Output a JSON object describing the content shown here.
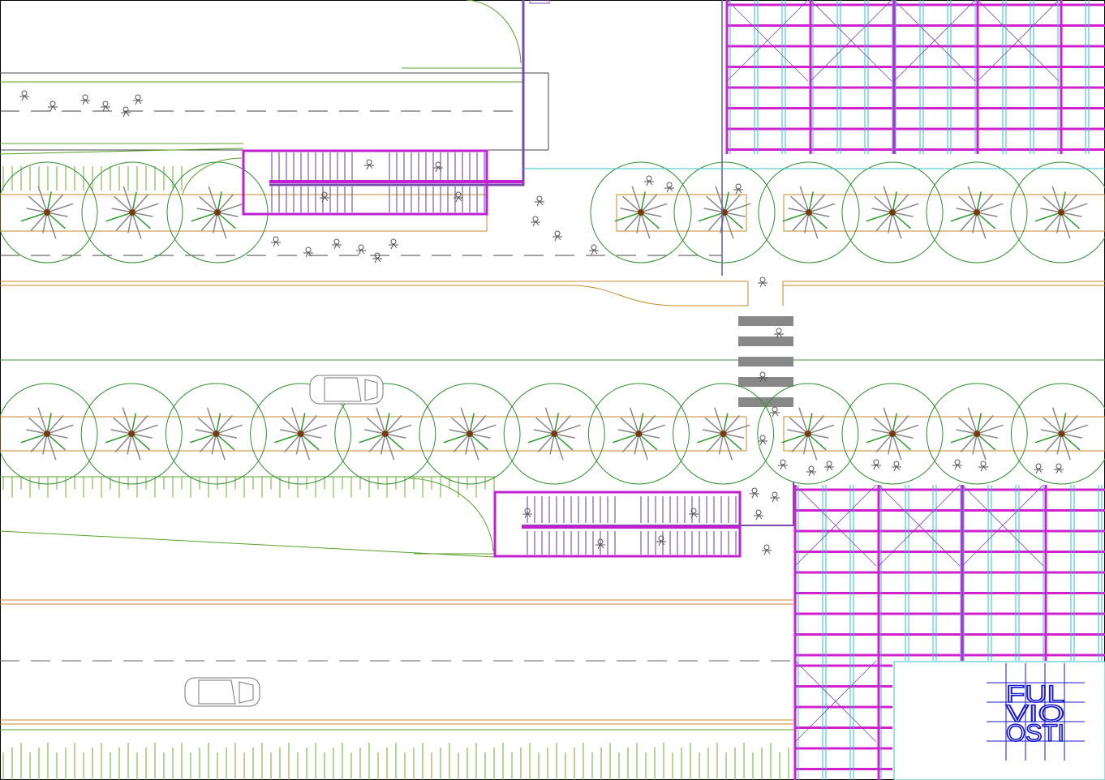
{
  "drawing": {
    "type": "site plan",
    "colors": {
      "road": "#c88a2a",
      "tree_canopy": "#2f8f2f",
      "tree_branch": "#888888",
      "stairs": "#b000d0",
      "stair_lines": "#5a3fa0",
      "structure_cyan": "#30c0d0",
      "structure_magenta": "#d020d0",
      "crosswalk": "#888888",
      "logo": "#1a1ad0"
    },
    "tree_rows": [
      {
        "name": "upper-row",
        "count": 9
      },
      {
        "name": "lower-row",
        "count": 13
      }
    ],
    "crosswalk_stripes": 5
  },
  "logo": {
    "lines": [
      "FUL",
      "VIO",
      "OSTI"
    ]
  }
}
